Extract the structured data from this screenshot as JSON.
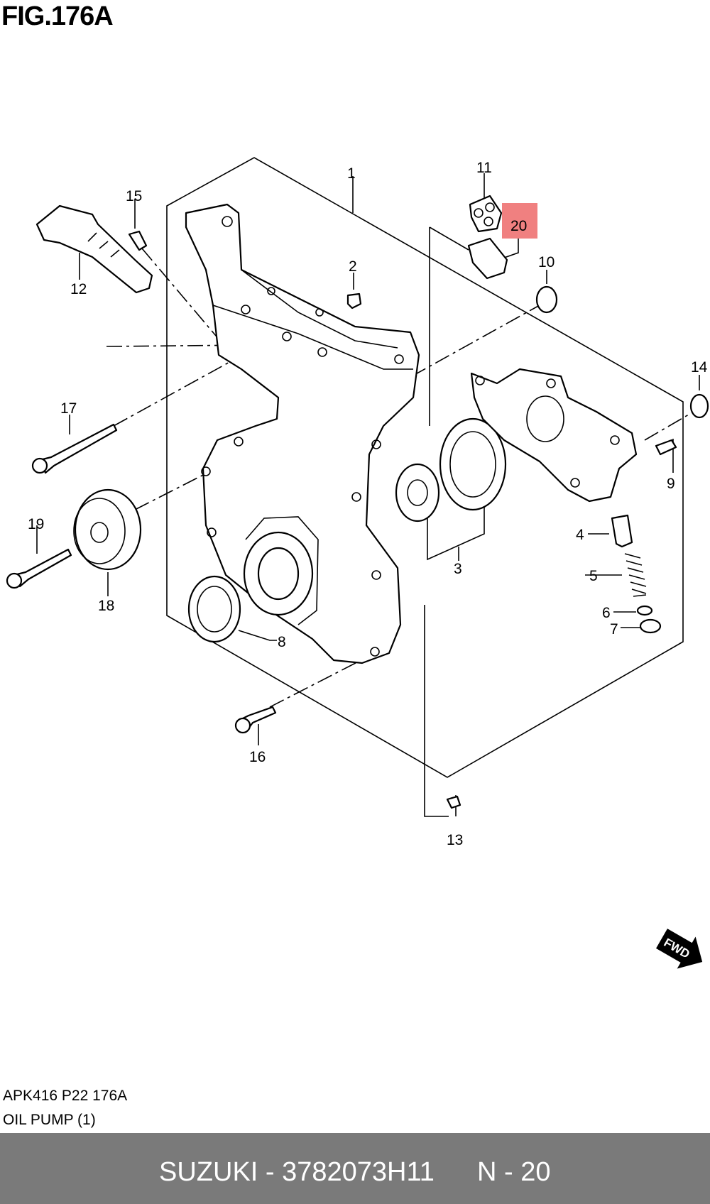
{
  "figure": {
    "title": "FIG.176A"
  },
  "callouts": [
    "1",
    "2",
    "3",
    "4",
    "5",
    "6",
    "7",
    "8",
    "9",
    "10",
    "11",
    "12",
    "13",
    "14",
    "15",
    "16",
    "17",
    "18",
    "19",
    "20"
  ],
  "highlight": {
    "label": "20",
    "color": "#f08080"
  },
  "fwd_badge": "FWD",
  "info": {
    "code": "APK416 P22 176A",
    "name": "OIL PUMP (1)"
  },
  "footer": {
    "brand_part": "SUZUKI - 3782073H11",
    "page": "N - 20",
    "background": "#7a7a7a"
  }
}
